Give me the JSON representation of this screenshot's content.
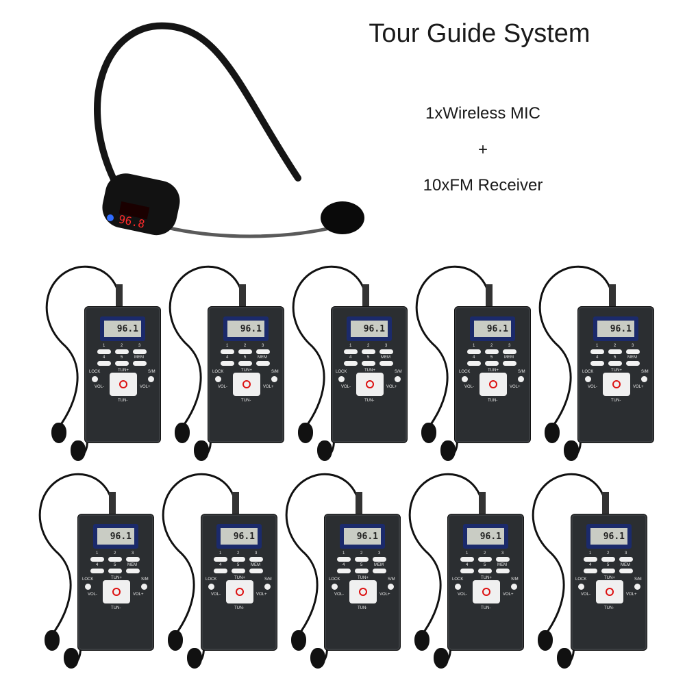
{
  "title": "Tour Guide System",
  "lines": [
    "1xWireless MIC",
    "+",
    "10xFM Receiver"
  ],
  "headset": {
    "display": "96.8",
    "led_color": "#2f6cff"
  },
  "receiver": {
    "display": "96.1",
    "count": 10,
    "labels": {
      "lock": "LOCK",
      "sm": "S/M",
      "tun_up": "TUN+",
      "tun_down": "TUN-",
      "vol_down": "VOL-",
      "vol_up": "VOL+",
      "mem": "MEM",
      "k1": "1",
      "k2": "2",
      "k3": "3",
      "k4": "4",
      "k5": "5"
    }
  },
  "colors": {
    "body": "#2b2e31",
    "lcd_frame": "#1b2a6b",
    "lcd": "#c9ccc4",
    "power": "#d11111"
  }
}
